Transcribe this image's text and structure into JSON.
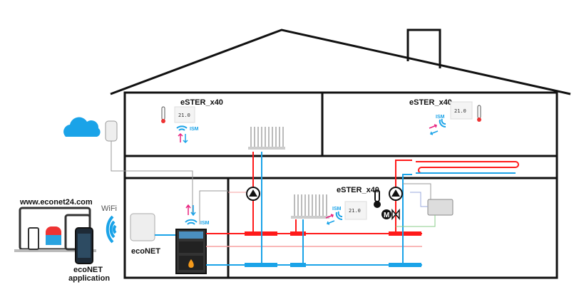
{
  "labels": {
    "website": "www.econet24.com",
    "wifi": "WiFi",
    "econet": "ecoNET",
    "app_line1": "ecoNET",
    "app_line2": "application",
    "thermostat_upper_left": "eSTER_x40",
    "thermostat_upper_right": "eSTER_x40",
    "thermostat_lower": "eSTER_x40",
    "ism": "ISM",
    "display": "21.0",
    "mixer_motor": "M"
  },
  "colors": {
    "hot": "#ff1a1a",
    "return": "#1aa3e8",
    "wireless_up": "#e8237f",
    "wall": "#111111",
    "wire": "#999999",
    "cloud": "#1aa3e8"
  }
}
